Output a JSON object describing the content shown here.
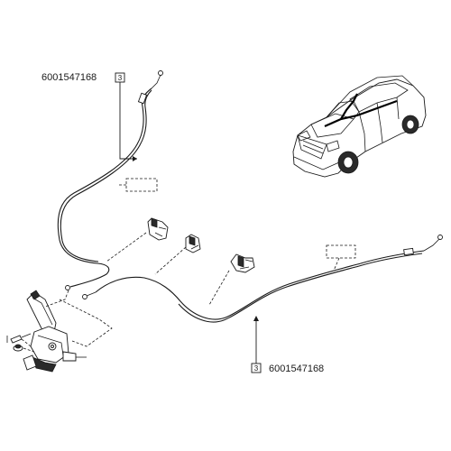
{
  "diagram": {
    "callouts": [
      {
        "part_number": "6001547168",
        "ref": "3"
      },
      {
        "part_number": "6001547168",
        "ref": "3"
      }
    ]
  }
}
